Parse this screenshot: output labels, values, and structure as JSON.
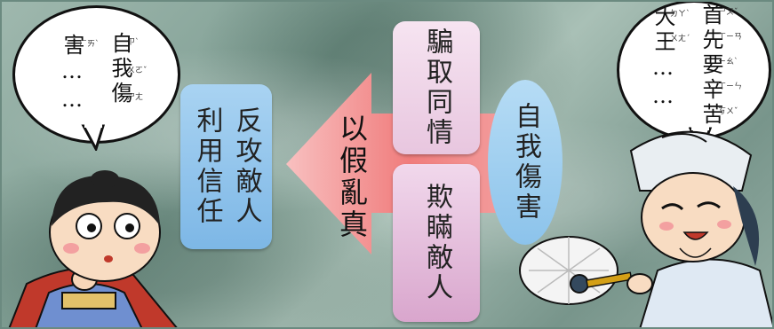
{
  "diagram": {
    "source_box": "自我傷害",
    "branch_top": "騙取同情",
    "branch_bottom": "欺瞞敵人",
    "arrow_label": "以假亂真",
    "result_box": "利用信任反攻敵人",
    "result_col1": "利用信任",
    "result_col2": "反攻敵人"
  },
  "bubbles": {
    "left": {
      "col1": "自我傷",
      "col2": "害……",
      "zhuyin": [
        "ㄗˋ",
        "ㄨㄛˇ",
        "ㄕㄤ",
        "ㄏㄞˋ"
      ]
    },
    "right": {
      "col1": "首先要辛苦",
      "col2": "大王……",
      "zhuyin": [
        "ㄕㄡˇ",
        "ㄒㄧㄢ",
        "ㄧㄠˋ",
        "ㄒㄧㄣ",
        "ㄎㄨˇ",
        "ㄉㄚˋ",
        "ㄨㄤˊ"
      ]
    }
  },
  "colors": {
    "blue_box": "#8cc3eb",
    "pink_box": "#e8c6df",
    "arrow": "#f08a8a",
    "background": "#8fa99f"
  },
  "characters": {
    "left": "soldier-character",
    "right": "strategist-character-with-feather-fan"
  }
}
